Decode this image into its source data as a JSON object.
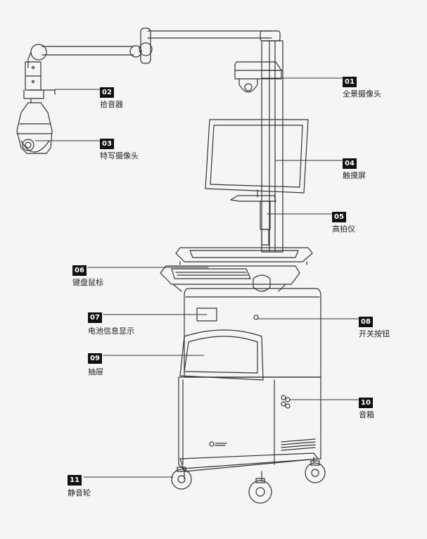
{
  "callouts": [
    {
      "num": "01",
      "label": "全景摄像头"
    },
    {
      "num": "02",
      "label": "拾音器"
    },
    {
      "num": "03",
      "label": "特写摄像头"
    },
    {
      "num": "04",
      "label": "触摸屏"
    },
    {
      "num": "05",
      "label": "高拍仪"
    },
    {
      "num": "06",
      "label": "键盘鼠标"
    },
    {
      "num": "07",
      "label": "电池信息显示"
    },
    {
      "num": "08",
      "label": "开关按钮"
    },
    {
      "num": "09",
      "label": "抽屉"
    },
    {
      "num": "10",
      "label": "音箱"
    },
    {
      "num": "11",
      "label": "静音轮"
    }
  ],
  "colors": {
    "line": "#333333",
    "badge": "#111111",
    "background": "#f4f5f7"
  }
}
